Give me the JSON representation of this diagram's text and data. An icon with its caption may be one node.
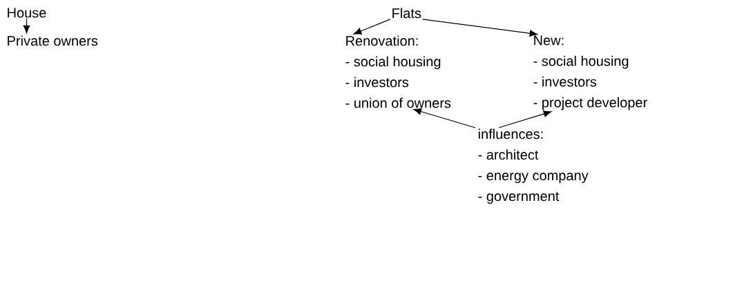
{
  "diagram": {
    "nodes": [
      {
        "text": [
          "House"
        ]
      },
      {
        "text": [
          "Private owners"
        ]
      },
      {
        "text": [
          "Flats"
        ]
      },
      {
        "text": [
          "Renovation:",
          "- social housing",
          "- investors",
          "- union of owners"
        ]
      },
      {
        "text": [
          "New:",
          "- social housing",
          "- investors",
          "- project developer"
        ]
      },
      {
        "text": [
          "influences:",
          "- architect",
          "- energy company",
          "- government"
        ]
      }
    ],
    "edges": [
      {
        "from": 0,
        "to": 1,
        "arrow": "to"
      },
      {
        "from": 2,
        "to": 3,
        "arrow": "to"
      },
      {
        "from": 2,
        "to": 4,
        "arrow": "to"
      },
      {
        "from": 5,
        "to": 3,
        "arrow": "to"
      },
      {
        "from": 5,
        "to": 4,
        "arrow": "to"
      }
    ]
  }
}
